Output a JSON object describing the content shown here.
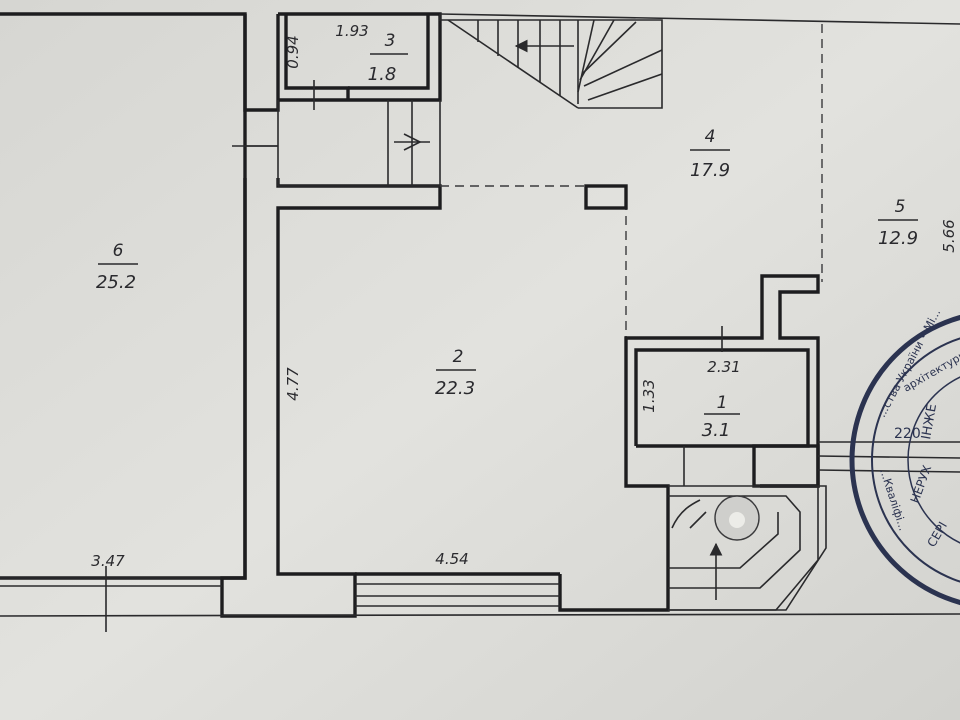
{
  "rooms": [
    {
      "id": "room-6",
      "number": "6",
      "area": "25.2"
    },
    {
      "id": "room-2",
      "number": "2",
      "area": "22.3"
    },
    {
      "id": "room-3",
      "number": "3",
      "area": "1.8"
    },
    {
      "id": "room-4",
      "number": "4",
      "area": "17.9"
    },
    {
      "id": "room-5",
      "number": "5",
      "area": "12.9"
    },
    {
      "id": "room-1",
      "number": "1",
      "area": "3.1"
    }
  ],
  "dimensions": {
    "room3_width": "1.93",
    "room3_depth": "0.94",
    "room1_width": "2.31",
    "room1_depth": "1.33",
    "room2_depth": "4.77",
    "room2_width": "4.54",
    "room6_width": "3.47",
    "room5_side": "5.66"
  },
  "stamp": {
    "ring_top": "...ства України • Мі...",
    "ring_bottom": "...Кваліфі...",
    "center_line1": "архітектурно-",
    "center_line2": "ІНЖЕ",
    "center_line3": "НЕРУХ",
    "center_line4": "СЕРІ",
    "number": "220",
    "color": "#2b3350"
  }
}
